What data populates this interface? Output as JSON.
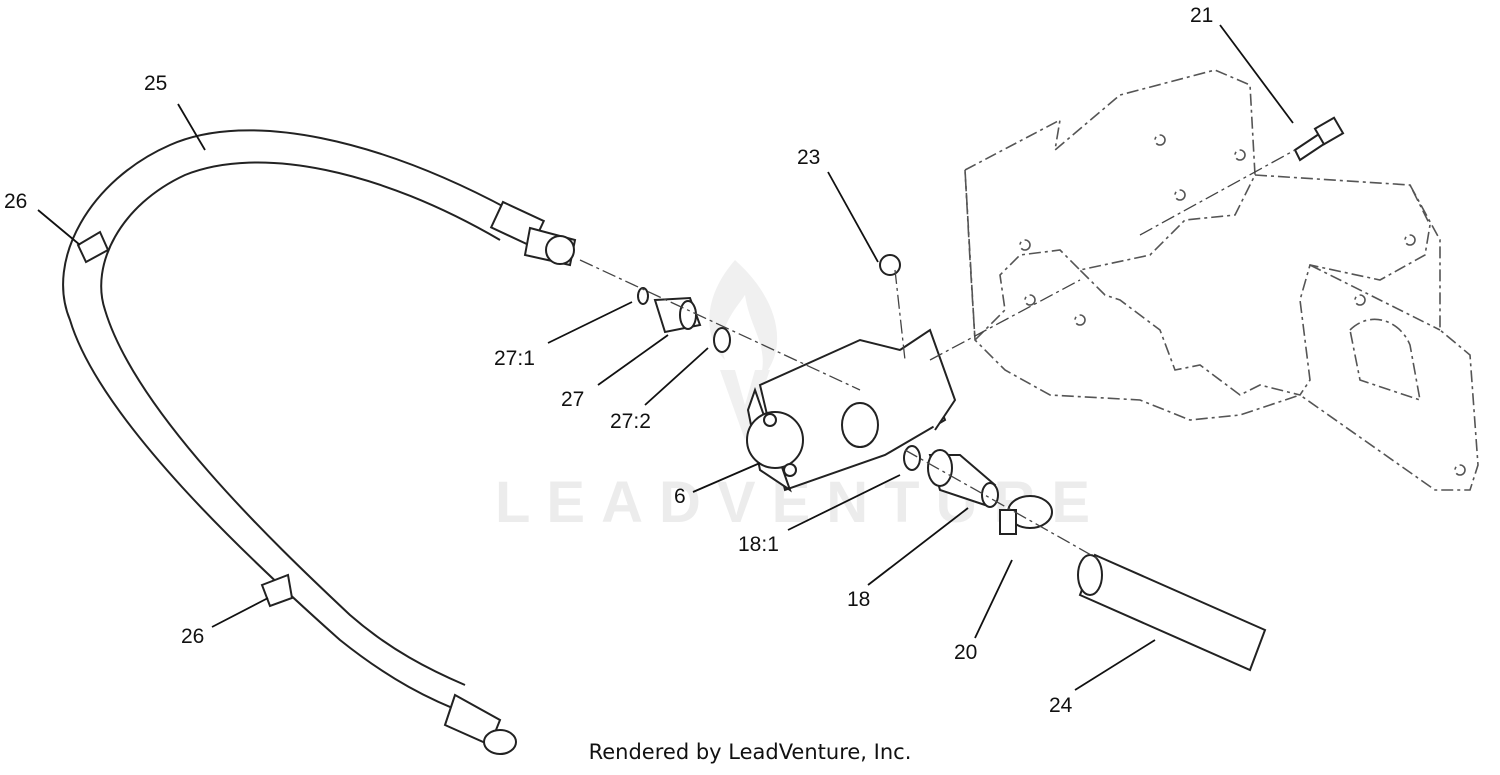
{
  "callouts": [
    {
      "id": "25",
      "label": "25"
    },
    {
      "id": "26a",
      "label": "26"
    },
    {
      "id": "26b",
      "label": "26"
    },
    {
      "id": "27_1",
      "label": "27:1"
    },
    {
      "id": "27",
      "label": "27"
    },
    {
      "id": "27_2",
      "label": "27:2"
    },
    {
      "id": "6",
      "label": "6"
    },
    {
      "id": "23",
      "label": "23"
    },
    {
      "id": "21",
      "label": "21"
    },
    {
      "id": "18_1",
      "label": "18:1"
    },
    {
      "id": "18",
      "label": "18"
    },
    {
      "id": "20",
      "label": "20"
    },
    {
      "id": "24",
      "label": "24"
    }
  ],
  "watermark": {
    "text": "LEADVENTURE"
  },
  "footer": {
    "text": "Rendered by LeadVenture, Inc."
  }
}
